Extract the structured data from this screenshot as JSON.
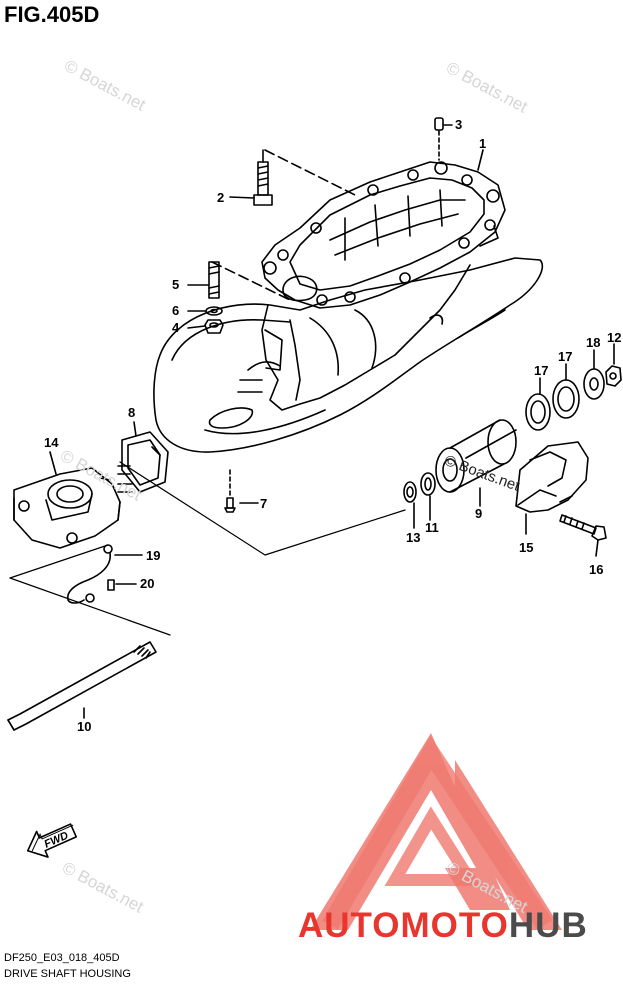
{
  "figure": {
    "title": "FIG.405D",
    "code": "DF250_E03_018_405D",
    "caption": "DRIVE SHAFT HOUSING"
  },
  "watermark": {
    "text": "© Boats.net"
  },
  "arrow": {
    "label": "FWD"
  },
  "parts": [
    {
      "no": "1"
    },
    {
      "no": "2"
    },
    {
      "no": "3"
    },
    {
      "no": "4"
    },
    {
      "no": "5"
    },
    {
      "no": "6"
    },
    {
      "no": "7"
    },
    {
      "no": "8"
    },
    {
      "no": "9"
    },
    {
      "no": "10"
    },
    {
      "no": "11"
    },
    {
      "no": "12"
    },
    {
      "no": "13"
    },
    {
      "no": "14"
    },
    {
      "no": "15"
    },
    {
      "no": "16"
    },
    {
      "no": "17"
    },
    {
      "no": "17"
    },
    {
      "no": "18"
    },
    {
      "no": "19"
    },
    {
      "no": "20"
    }
  ],
  "logo": {
    "text_auto": "AUTO",
    "text_moto": "MOTO",
    "text_hub": "HUB",
    "colors": {
      "red": "#e8362f",
      "gray": "#4b4b4b",
      "triangle": "#f07a70"
    }
  }
}
